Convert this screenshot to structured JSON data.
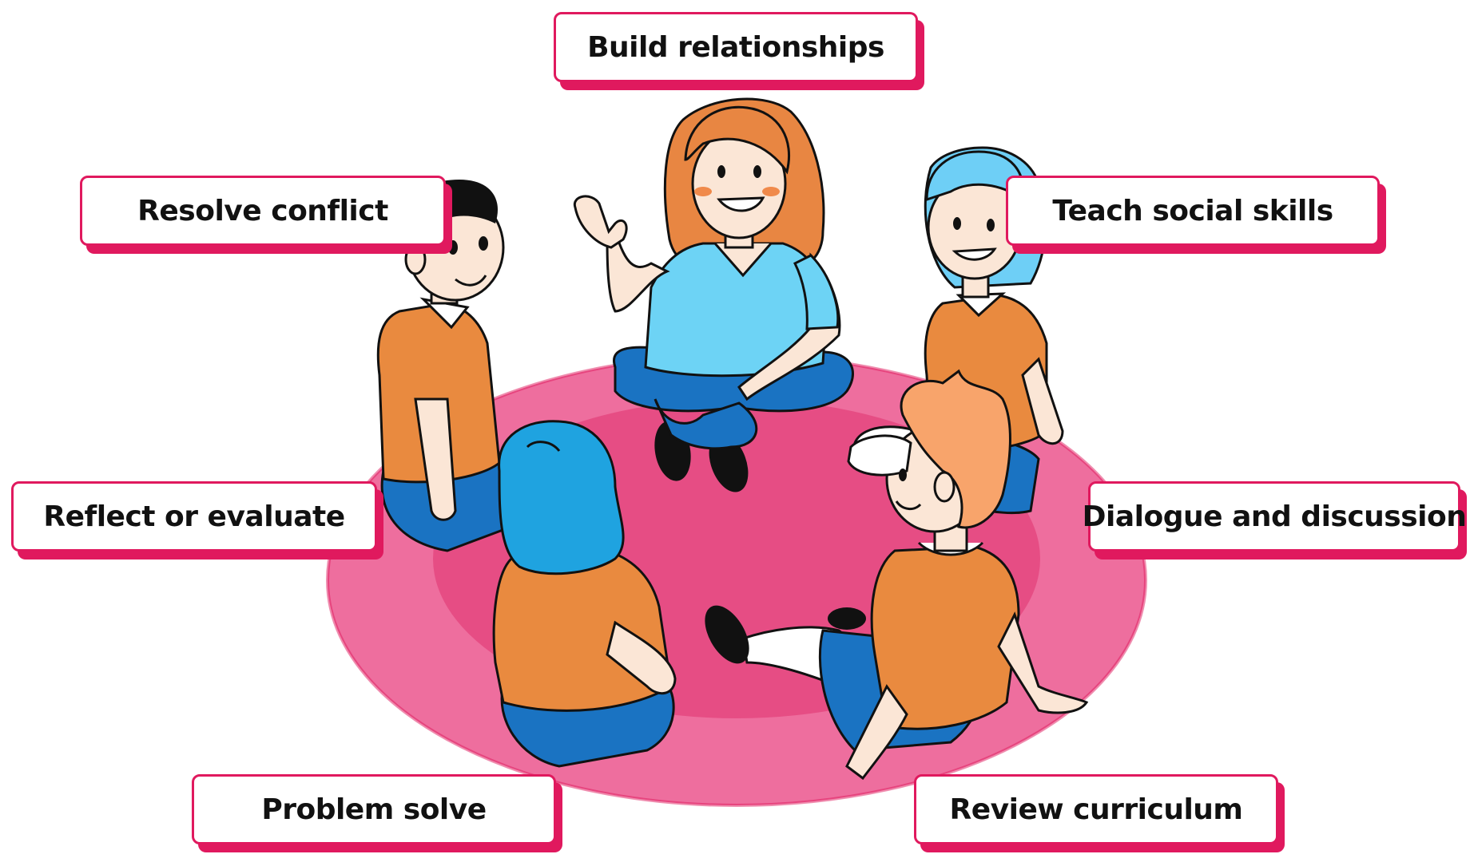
{
  "labels": {
    "build_relationships": "Build relationships",
    "resolve_conflict": "Resolve conflict",
    "teach_social_skills": "Teach social skills",
    "reflect_or_evaluate": "Reflect or evaluate",
    "dialogue_and_discussion": "Dialogue and discussion",
    "problem_solve": "Problem solve",
    "review_curriculum": "Review curriculum"
  },
  "colors": {
    "accent": "#e0195e",
    "rug_outer": "#ee6e9e",
    "rug_inner": "#e64d84",
    "shirt_orange": "#e98a3f",
    "teacher_shirt": "#6dd3f5",
    "pants_blue": "#1a73c2",
    "hair_black": "#111111",
    "hair_teacher": "#e88642",
    "hair_light_blue": "#6ecff6",
    "hair_blue": "#1fa3e0",
    "hair_peach": "#f8a46b"
  },
  "icons": [
    "teacher-figure",
    "student-figure"
  ]
}
